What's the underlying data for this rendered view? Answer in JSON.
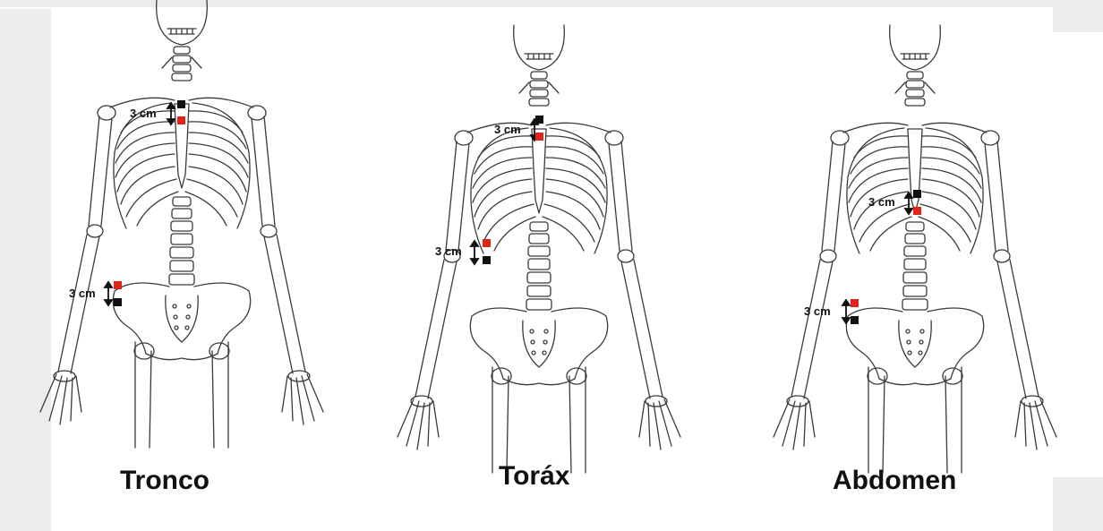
{
  "colors": {
    "bone_stroke": "#3a3a3a",
    "marker_red": "#e02417",
    "marker_black": "#111111",
    "gray_strip": "#ececec"
  },
  "panels": [
    {
      "title": "Tronco",
      "upper_label": "3 cm",
      "lower_label": "3 cm"
    },
    {
      "title": "Toráx",
      "upper_label": "3 cm",
      "lower_label": "3 cm"
    },
    {
      "title": "Abdomen",
      "upper_label": "3 cm",
      "lower_label": "3 cm"
    }
  ]
}
